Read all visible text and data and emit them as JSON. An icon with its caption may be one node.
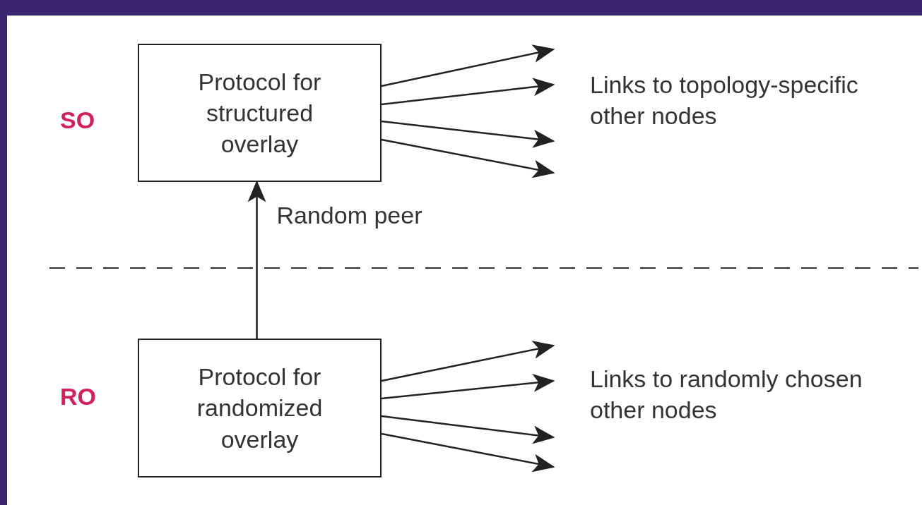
{
  "diagram": {
    "nodes": [
      {
        "text": [
          "Protocol for structured overlay"
        ]
      },
      {
        "text": [
          "Protocol for randomized overlay"
        ]
      }
    ],
    "edges": [
      {
        "from": 1,
        "to": 0,
        "arrow": "to",
        "label": "Random peer"
      },
      {
        "from": 0,
        "to": null,
        "arrow": "to"
      },
      {
        "from": 0,
        "to": null,
        "arrow": "to"
      },
      {
        "from": 0,
        "to": null,
        "arrow": "to"
      },
      {
        "from": 0,
        "to": null,
        "arrow": "to"
      },
      {
        "from": 1,
        "to": null,
        "arrow": "to"
      },
      {
        "from": 1,
        "to": null,
        "arrow": "to"
      },
      {
        "from": 1,
        "to": null,
        "arrow": "to"
      },
      {
        "from": 1,
        "to": null,
        "arrow": "to"
      }
    ],
    "labels": [
      "SO",
      "Links to topology-specific other nodes",
      "RO",
      "Links to randomly chosen other nodes"
    ]
  }
}
